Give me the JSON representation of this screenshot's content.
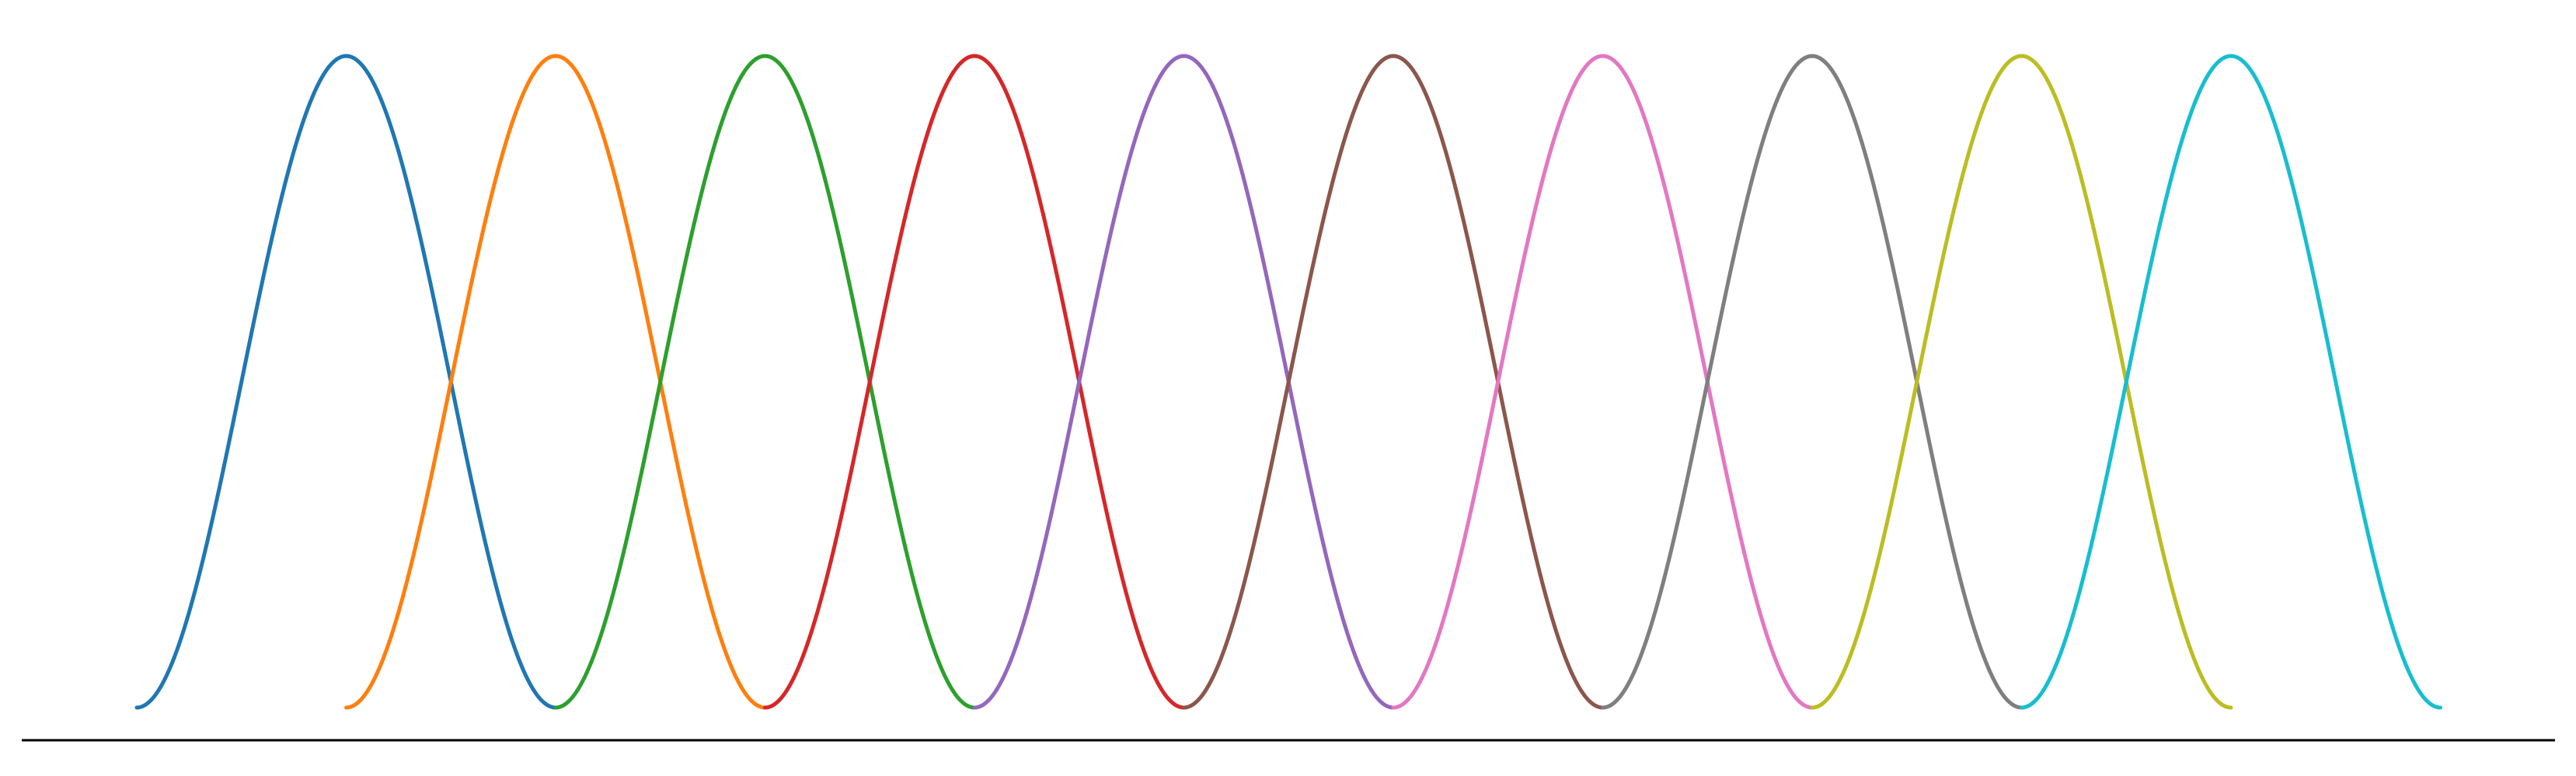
{
  "chart_data": {
    "type": "line",
    "title": "",
    "xlabel": "",
    "ylabel": "",
    "xlim": [
      -0.5,
      11.5
    ],
    "ylim": [
      -0.05,
      1.0
    ],
    "grid": false,
    "legend": "none",
    "curve_shape": "raised-cosine",
    "series": [
      {
        "x_range": [
          0,
          2
        ],
        "peak_x": 1,
        "peak_y": 1,
        "min_y": 0,
        "color": "#1f77b4"
      },
      {
        "x_range": [
          1,
          3
        ],
        "peak_x": 2,
        "peak_y": 1,
        "min_y": 0,
        "color": "#ff7f0e"
      },
      {
        "x_range": [
          2,
          4
        ],
        "peak_x": 3,
        "peak_y": 1,
        "min_y": 0,
        "color": "#2ca02c"
      },
      {
        "x_range": [
          3,
          5
        ],
        "peak_x": 4,
        "peak_y": 1,
        "min_y": 0,
        "color": "#d62728"
      },
      {
        "x_range": [
          4,
          6
        ],
        "peak_x": 5,
        "peak_y": 1,
        "min_y": 0,
        "color": "#9467bd"
      },
      {
        "x_range": [
          5,
          7
        ],
        "peak_x": 6,
        "peak_y": 1,
        "min_y": 0,
        "color": "#8c564b"
      },
      {
        "x_range": [
          6,
          8
        ],
        "peak_x": 7,
        "peak_y": 1,
        "min_y": 0,
        "color": "#e377c2"
      },
      {
        "x_range": [
          7,
          9
        ],
        "peak_x": 8,
        "peak_y": 1,
        "min_y": 0,
        "color": "#7f7f7f"
      },
      {
        "x_range": [
          8,
          10
        ],
        "peak_x": 9,
        "peak_y": 1,
        "min_y": 0,
        "color": "#bcbd22"
      },
      {
        "x_range": [
          9,
          11
        ],
        "peak_x": 10,
        "peak_y": 1,
        "min_y": 0,
        "color": "#17becf"
      }
    ],
    "baseline_color": "#000000"
  }
}
